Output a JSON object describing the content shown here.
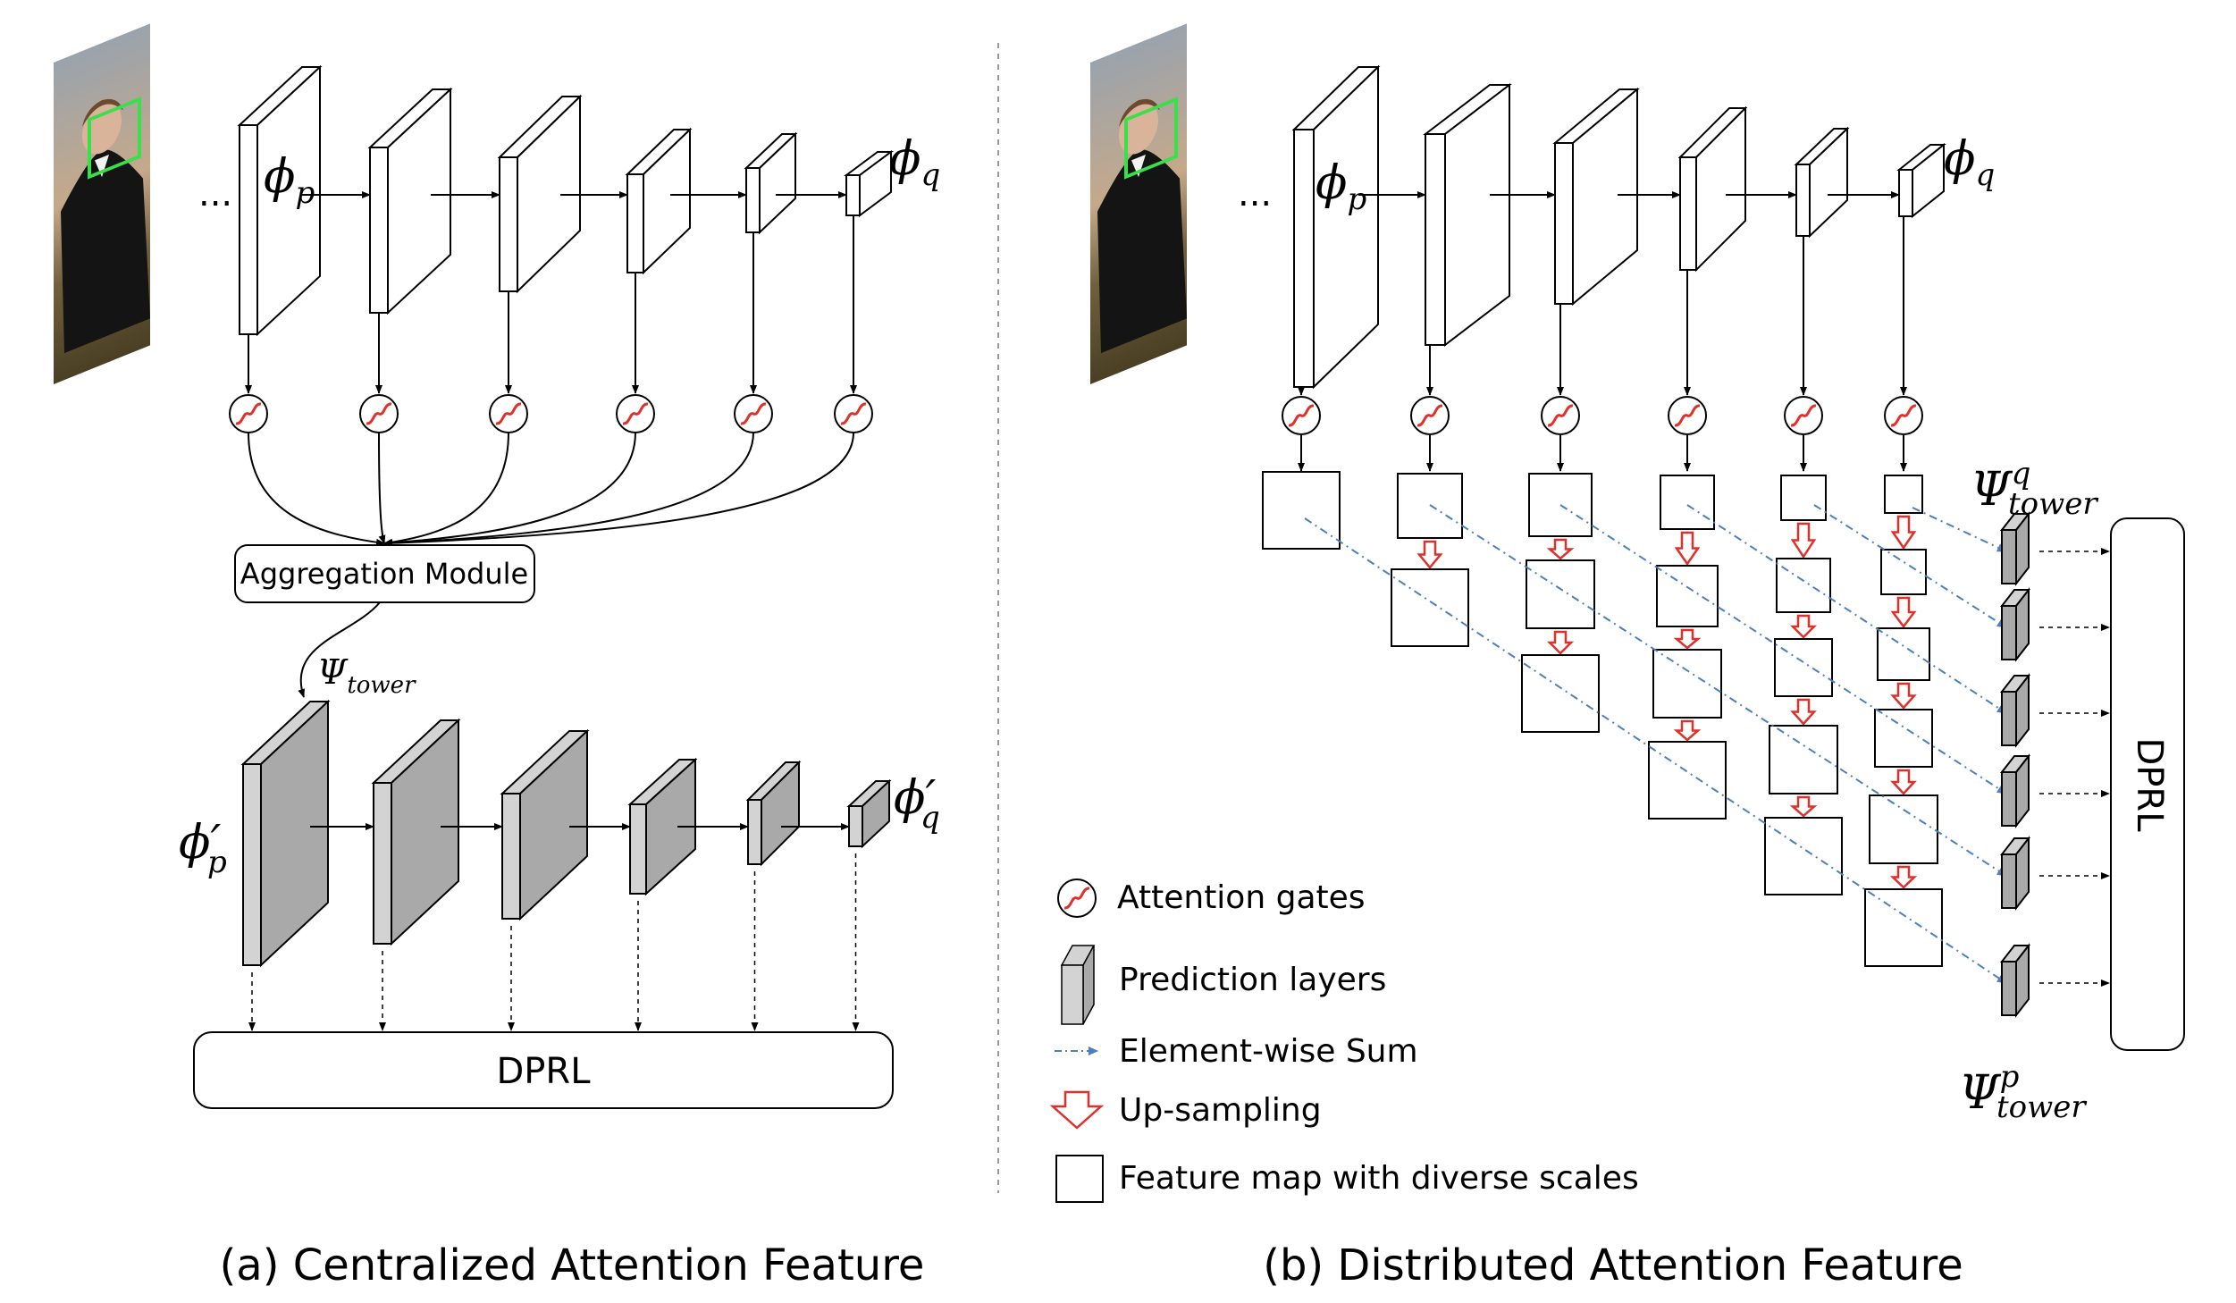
{
  "left_panel": {
    "caption": "(a) Centralized Attention Feature",
    "ellipsis": "...",
    "phi_p": "ϕ",
    "phi_p_sub": "p",
    "phi_q": "ϕ",
    "phi_q_sub": "q",
    "aggregation_label": "Aggregation Module",
    "psi_tower": "Ψ",
    "psi_tower_sub": "tower",
    "phi_p_prime": "ϕ′",
    "phi_p_prime_sub": "p",
    "phi_q_prime": "ϕ′",
    "phi_q_prime_sub": "q",
    "dprl_label": "DPRL"
  },
  "right_panel": {
    "caption": "(b) Distributed Attention Feature",
    "ellipsis": "...",
    "phi_p": "ϕ",
    "phi_p_sub": "p",
    "phi_q": "ϕ",
    "phi_q_sub": "q",
    "psi_q": "Ψ",
    "psi_q_sup": "q",
    "psi_q_sub": "tower",
    "psi_p": "Ψ",
    "psi_p_sup": "p",
    "psi_p_sub": "tower",
    "dprl_label": "DPRL"
  },
  "legend": {
    "attention_gates": "Attention gates",
    "prediction_layers": "Prediction layers",
    "element_wise_sum": "Element-wise Sum",
    "up_sampling": "Up-sampling",
    "feature_map": "Feature map with diverse scales"
  },
  "colors": {
    "stroke": "#000000",
    "gray_face": "#a9a9a9",
    "gray_side": "#d3d3d3",
    "accent_red": "#e0302a",
    "sum_blue": "#4a7fc0",
    "face_box_green": "#39e04a",
    "divider": "#999999"
  }
}
